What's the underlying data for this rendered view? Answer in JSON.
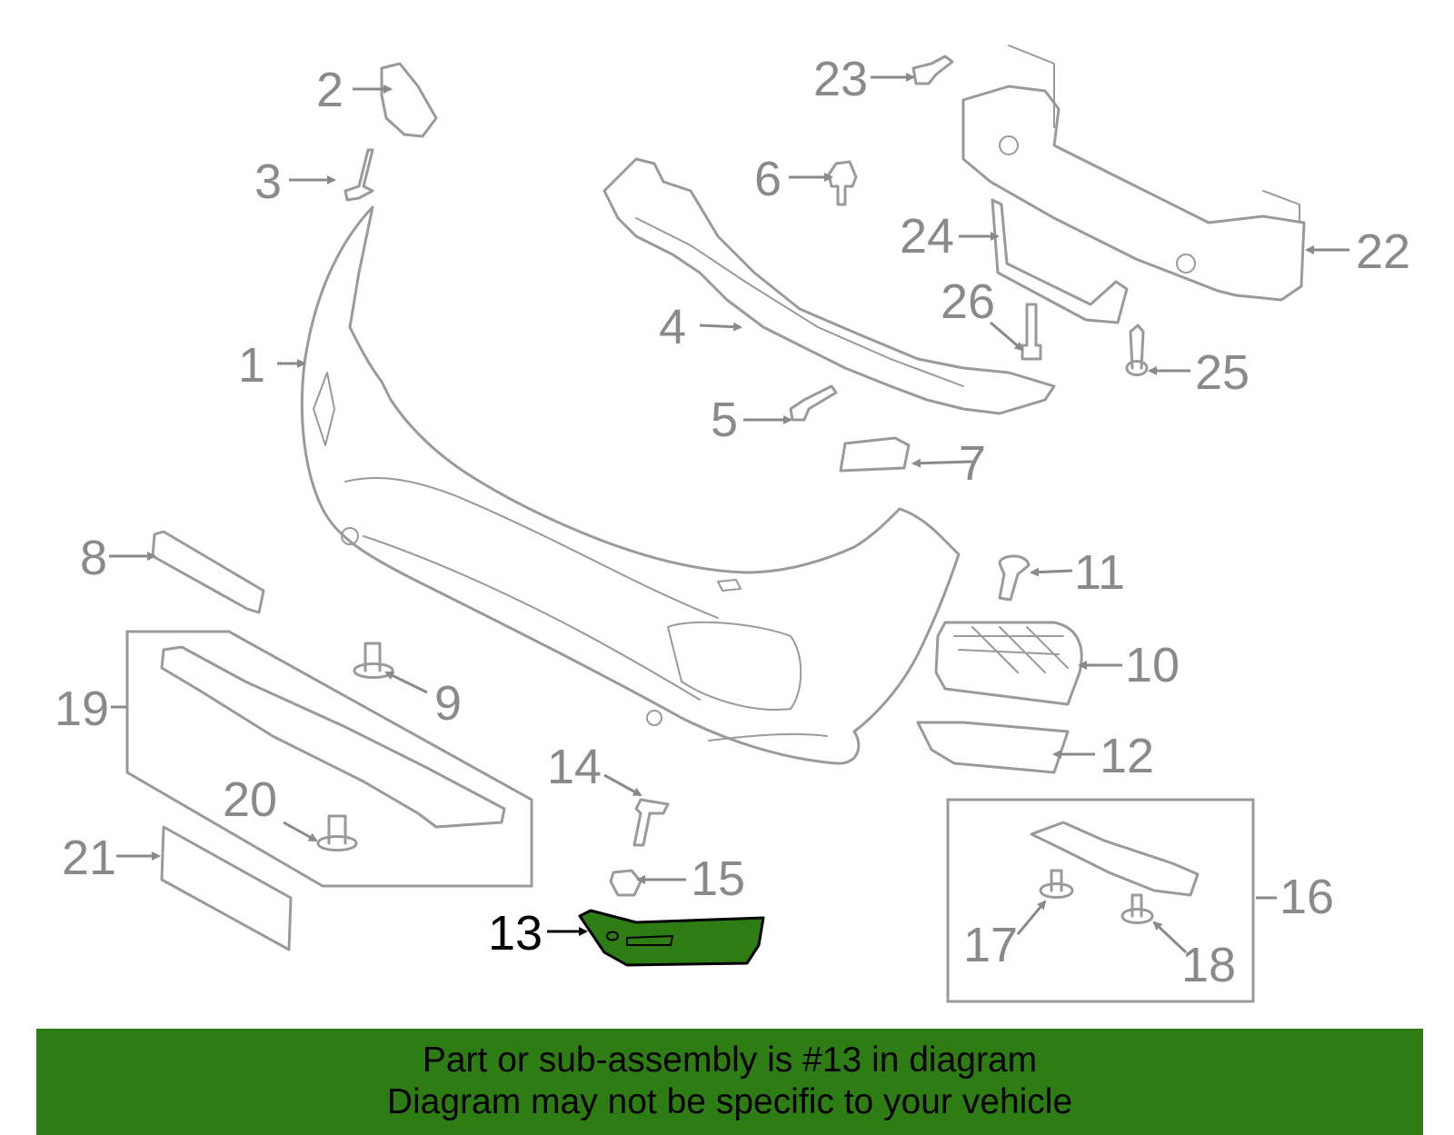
{
  "diagram": {
    "callouts": [
      "1",
      "2",
      "3",
      "4",
      "5",
      "6",
      "7",
      "8",
      "9",
      "10",
      "11",
      "12",
      "13",
      "14",
      "15",
      "16",
      "17",
      "18",
      "19",
      "20",
      "21",
      "22",
      "23",
      "24",
      "25",
      "26"
    ],
    "highlighted": "13",
    "highlight_color": "#2e7d14",
    "line_color": "#9a9a9a"
  },
  "banner": {
    "line1": "Part or sub-assembly is #13 in diagram",
    "line2": "Diagram may not be specific to your vehicle",
    "background": "#2e7d14"
  }
}
